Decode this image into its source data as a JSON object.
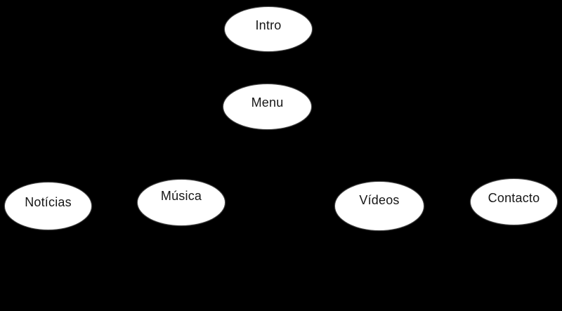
{
  "diagram": {
    "type": "sitemap",
    "background_color": "#000000",
    "node_fill_color": "#ffffff",
    "node_text_color": "#161616",
    "nodes": [
      {
        "id": "intro",
        "label": "Intro",
        "level": 1
      },
      {
        "id": "menu",
        "label": "Menu",
        "level": 2
      },
      {
        "id": "noticias",
        "label": "Notícias",
        "level": 3
      },
      {
        "id": "musica",
        "label": "Música",
        "level": 3
      },
      {
        "id": "videos",
        "label": "Vídeos",
        "level": 3
      },
      {
        "id": "contacto",
        "label": "Contacto",
        "level": 3
      }
    ]
  }
}
